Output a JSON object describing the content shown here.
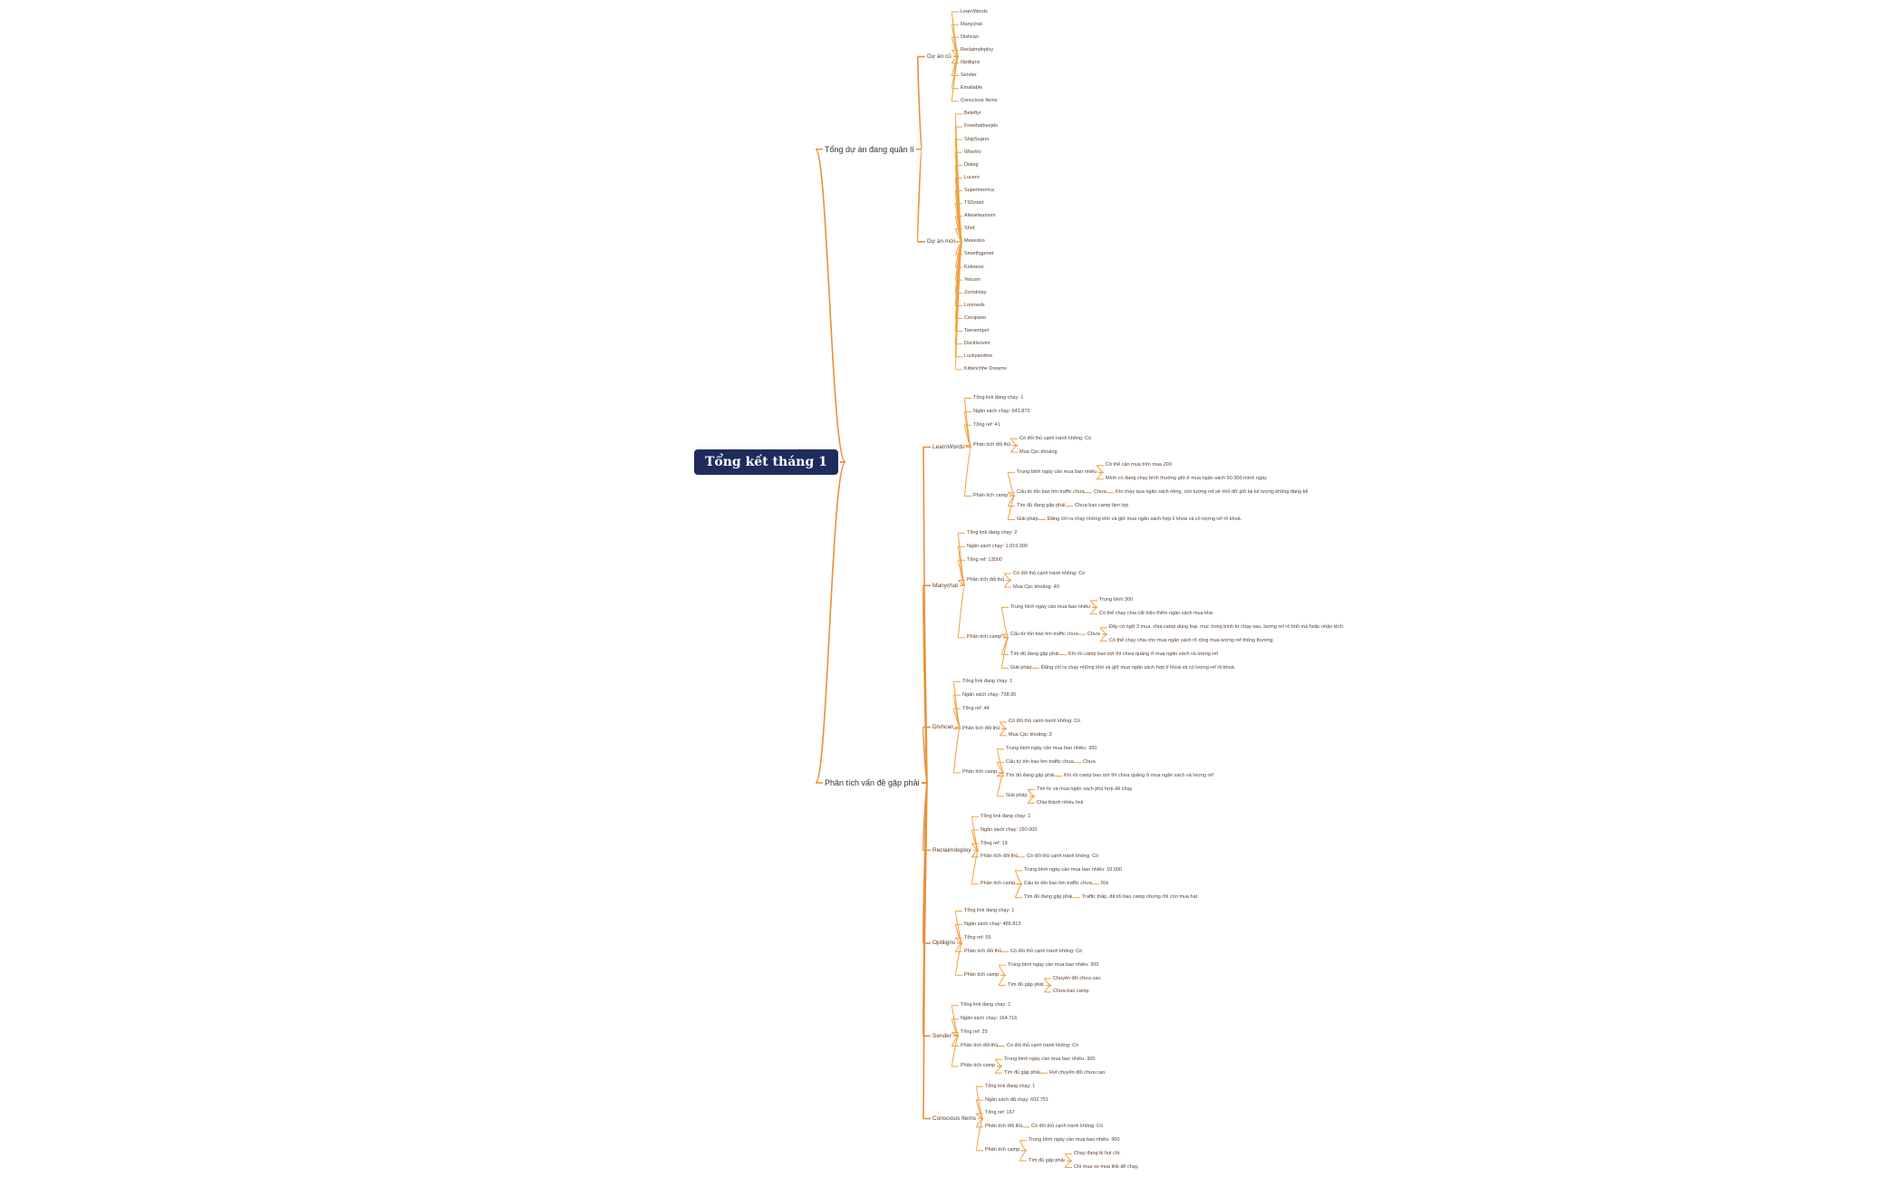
{
  "root": "Tổng kết tháng 1",
  "colors": {
    "root_bg": "#1e2b5c",
    "branch": "#e8903a",
    "leaf_line": "#f0a040"
  },
  "tree": [
    {
      "label": "Tổng dự án đang quản lí",
      "children": [
        {
          "label": "Dự án cũ",
          "children": [
            {
              "label": "LearnWords"
            },
            {
              "label": "Manychat"
            },
            {
              "label": "Dishcan"
            },
            {
              "label": "Reclaimdeploy"
            },
            {
              "label": "Optiligns"
            },
            {
              "label": "Sender"
            },
            {
              "label": "Emailable"
            },
            {
              "label": "Conscious Items"
            }
          ]
        },
        {
          "label": "Dự án mới",
          "children": [
            {
              "label": "Beleftyr"
            },
            {
              "label": "Freethatheejdo"
            },
            {
              "label": "ShipSogrer"
            },
            {
              "label": "Wisotro"
            },
            {
              "label": "Dialog"
            },
            {
              "label": "Lucero"
            },
            {
              "label": "Supermerrica"
            },
            {
              "label": "TSSmart"
            },
            {
              "label": "Aliwarleamom"
            },
            {
              "label": "Shrd"
            },
            {
              "label": "Mexedoo"
            },
            {
              "label": "Smeithgpmet"
            },
            {
              "label": "Kelmeoo"
            },
            {
              "label": "Yelcom"
            },
            {
              "label": "Zorridolay"
            },
            {
              "label": "Lonmeds"
            },
            {
              "label": "Cerupaoo"
            },
            {
              "label": "Taeoempel"
            },
            {
              "label": "Dockleoven"
            },
            {
              "label": "Luckyandme"
            },
            {
              "label": "Kittenchhe Dreams"
            }
          ]
        }
      ]
    },
    {
      "label": "Phân tích vấn đề gặp phải",
      "children": [
        {
          "label": "LearnWords",
          "children": [
            {
              "label": "Tổng link đang chạy: 1"
            },
            {
              "label": "Ngân sách chạy: 641.875"
            },
            {
              "label": "Tổng ref: 41"
            },
            {
              "label": "Phân tích đối thủ",
              "children": [
                {
                  "label": "Có đối thủ cạnh tranh không: Có"
                },
                {
                  "label": "Mua Cpc khoảng"
                }
              ]
            },
            {
              "label": "Phân tích camp",
              "children": [
                {
                  "label": "Trung bình ngày cần mua bao nhiêu",
                  "children": [
                    {
                      "label": "Có thể cần mua trên mua 200"
                    },
                    {
                      "label": "Mình có đang chạy bình thường giữ ở mua ngân sách 50-300 mình ngày"
                    }
                  ]
                },
                {
                  "label": "Cấu tứ tốn bao hm traffic chưa",
                  "children": [
                    {
                      "label": "Chưa",
                      "children": [
                        {
                          "label": "Khi chạy qua ngân sách riêng, còn lượng ref sẽ nhỏ dữ giữ lại kế lượng không đáng kể"
                        }
                      ]
                    }
                  ]
                },
                {
                  "label": "Tìm đủ đang gặp phải",
                  "children": [
                    {
                      "label": "Chưa bao camp làm lợp"
                    }
                  ]
                },
                {
                  "label": "Giải pháp",
                  "children": [
                    {
                      "label": "Đăng chỉ ra chạy những khó và giữ mua ngân sách hợp lí khoá và có lượng ref rõ khoá."
                    }
                  ]
                }
              ]
            }
          ]
        },
        {
          "label": "Manychat",
          "children": [
            {
              "label": "Tổng link đang chạy: 2"
            },
            {
              "label": "Ngân sách chạy: 1.019.300"
            },
            {
              "label": "Tổng ref: 13000"
            },
            {
              "label": "Phân tích đối thủ",
              "children": [
                {
                  "label": "Có đối thủ cạnh tranh không: Có"
                },
                {
                  "label": "Mua Cpc khoảng: 40"
                }
              ]
            },
            {
              "label": "Phân tích camp",
              "children": [
                {
                  "label": "Trung bình ngày cần mua bao nhiêu",
                  "children": [
                    {
                      "label": "Trung bình 300"
                    },
                    {
                      "label": "Có thể chạy chia cắt hiệu thêm ngân sách mua khá"
                    }
                  ]
                },
                {
                  "label": "Cấu tứ tốn bao hm traffic chưa",
                  "children": [
                    {
                      "label": "Chưa",
                      "children": [
                        {
                          "label": "Đây có ngữ 3 mua, chia camp dùng loại, mục trung bình từ chạy sau, lượng ref rõ tính mà hoặc nhận lệch."
                        },
                        {
                          "label": "Có thể chạy chia cho mua ngân sách rõ rộng mua lượng ref thông thường."
                        }
                      ]
                    }
                  ]
                },
                {
                  "label": "Tìm đủ đang gặp phải",
                  "children": [
                    {
                      "label": "Khi rồi camp bao sợt thì chưa quảng ở mua ngân sách và lượng ref"
                    }
                  ]
                },
                {
                  "label": "Giải pháp",
                  "children": [
                    {
                      "label": "Đăng chỉ ra chạy những khó và giữ mua ngân sách hợp lí khoá và có lượng ref rõ khoá."
                    }
                  ]
                }
              ]
            }
          ]
        },
        {
          "label": "Dishcan",
          "children": [
            {
              "label": "Tổng link đang chạy: 1"
            },
            {
              "label": "Ngân sách chạy: 738.95"
            },
            {
              "label": "Tổng ref: 44"
            },
            {
              "label": "Phân tích đối thủ",
              "children": [
                {
                  "label": "Có đối thủ cạnh tranh không: Có"
                },
                {
                  "label": "Mua Cpc khoảng: 3"
                }
              ]
            },
            {
              "label": "Phân tích camp",
              "children": [
                {
                  "label": "Trung bình ngày cần mua bao nhiêu: 300"
                },
                {
                  "label": "Cấu tứ tốn bao hm traffic chưa",
                  "children": [
                    {
                      "label": "Chưa"
                    }
                  ]
                },
                {
                  "label": "Tìm đủ đang gặp phải",
                  "children": [
                    {
                      "label": "Khi rồi camp bao sợt thì chưa quảng ở mua ngân sách và lượng ref"
                    }
                  ]
                },
                {
                  "label": "Giải pháp",
                  "children": [
                    {
                      "label": "Tìm từ và mua ngân sách phù hợp để chạy"
                    },
                    {
                      "label": "Chia thành nhiều link"
                    }
                  ]
                }
              ]
            }
          ]
        },
        {
          "label": "Reclaimdeploy",
          "children": [
            {
              "label": "Tổng link đang chạy: 1"
            },
            {
              "label": "Ngân sách chạy: 150.000"
            },
            {
              "label": "Tổng ref: 19"
            },
            {
              "label": "Phân tích đối thủ",
              "children": [
                {
                  "label": "Có đối thủ cạnh tranh không: Có"
                }
              ]
            },
            {
              "label": "Phân tích camp",
              "children": [
                {
                  "label": "Trung bình ngày cần mua bao nhiêu: 10.000"
                },
                {
                  "label": "Cấu tứ tốn bao hm traffic chưa",
                  "children": [
                    {
                      "label": "Rồi"
                    }
                  ]
                },
                {
                  "label": "Tìm đủ đang gặp phải",
                  "children": [
                    {
                      "label": "Traffic thấp, đã tối bao camp nhưng chỉ còn mua hạt"
                    }
                  ]
                }
              ]
            }
          ]
        },
        {
          "label": "Optiligns",
          "children": [
            {
              "label": "Tổng link đang chạy: 1"
            },
            {
              "label": "Ngân sách chạy: 486.813"
            },
            {
              "label": "Tổng ref: 55"
            },
            {
              "label": "Phân tích đối thủ",
              "children": [
                {
                  "label": "Có đối thủ cạnh tranh không: Có"
                }
              ]
            },
            {
              "label": "Phân tích camp",
              "children": [
                {
                  "label": "Trung bình ngày cần mua bao nhiêu: 300"
                },
                {
                  "label": "Tìm đủ gặp phải",
                  "children": [
                    {
                      "label": "Chuyển đổi chưa cao."
                    },
                    {
                      "label": "Chưa bao camp."
                    }
                  ]
                }
              ]
            }
          ]
        },
        {
          "label": "Sender",
          "children": [
            {
              "label": "Tổng link đang chạy: 1"
            },
            {
              "label": "Ngân sách chạy: 164.716"
            },
            {
              "label": "Tổng ref: 25"
            },
            {
              "label": "Phân tích đối thủ",
              "children": [
                {
                  "label": "Có đối thủ cạnh tranh không: Có"
                }
              ]
            },
            {
              "label": "Phân tích camp",
              "children": [
                {
                  "label": "Trung bình ngày cần mua bao nhiêu: 300"
                },
                {
                  "label": "Tìm đủ gặp phải",
                  "children": [
                    {
                      "label": "Ref chuyển đổi chưa cao."
                    }
                  ]
                }
              ]
            }
          ]
        },
        {
          "label": "Conscious Items",
          "children": [
            {
              "label": "Tổng link đang chạy: 1"
            },
            {
              "label": "Ngân sách đã chạy: 602.751"
            },
            {
              "label": "Tổng ref: 167"
            },
            {
              "label": "Phân tích đối thủ",
              "children": [
                {
                  "label": "Có đối thủ cạnh tranh không: Có"
                }
              ]
            },
            {
              "label": "Phân tích camp",
              "children": [
                {
                  "label": "Trung bình ngày cần mua bao nhiêu: 300"
                },
                {
                  "label": "Tìm đủ gặp phải",
                  "children": [
                    {
                      "label": "Chạy đang bị hụt chi."
                    },
                    {
                      "label": "Chi mua so mua link để chạy."
                    }
                  ]
                }
              ]
            }
          ]
        }
      ]
    }
  ]
}
